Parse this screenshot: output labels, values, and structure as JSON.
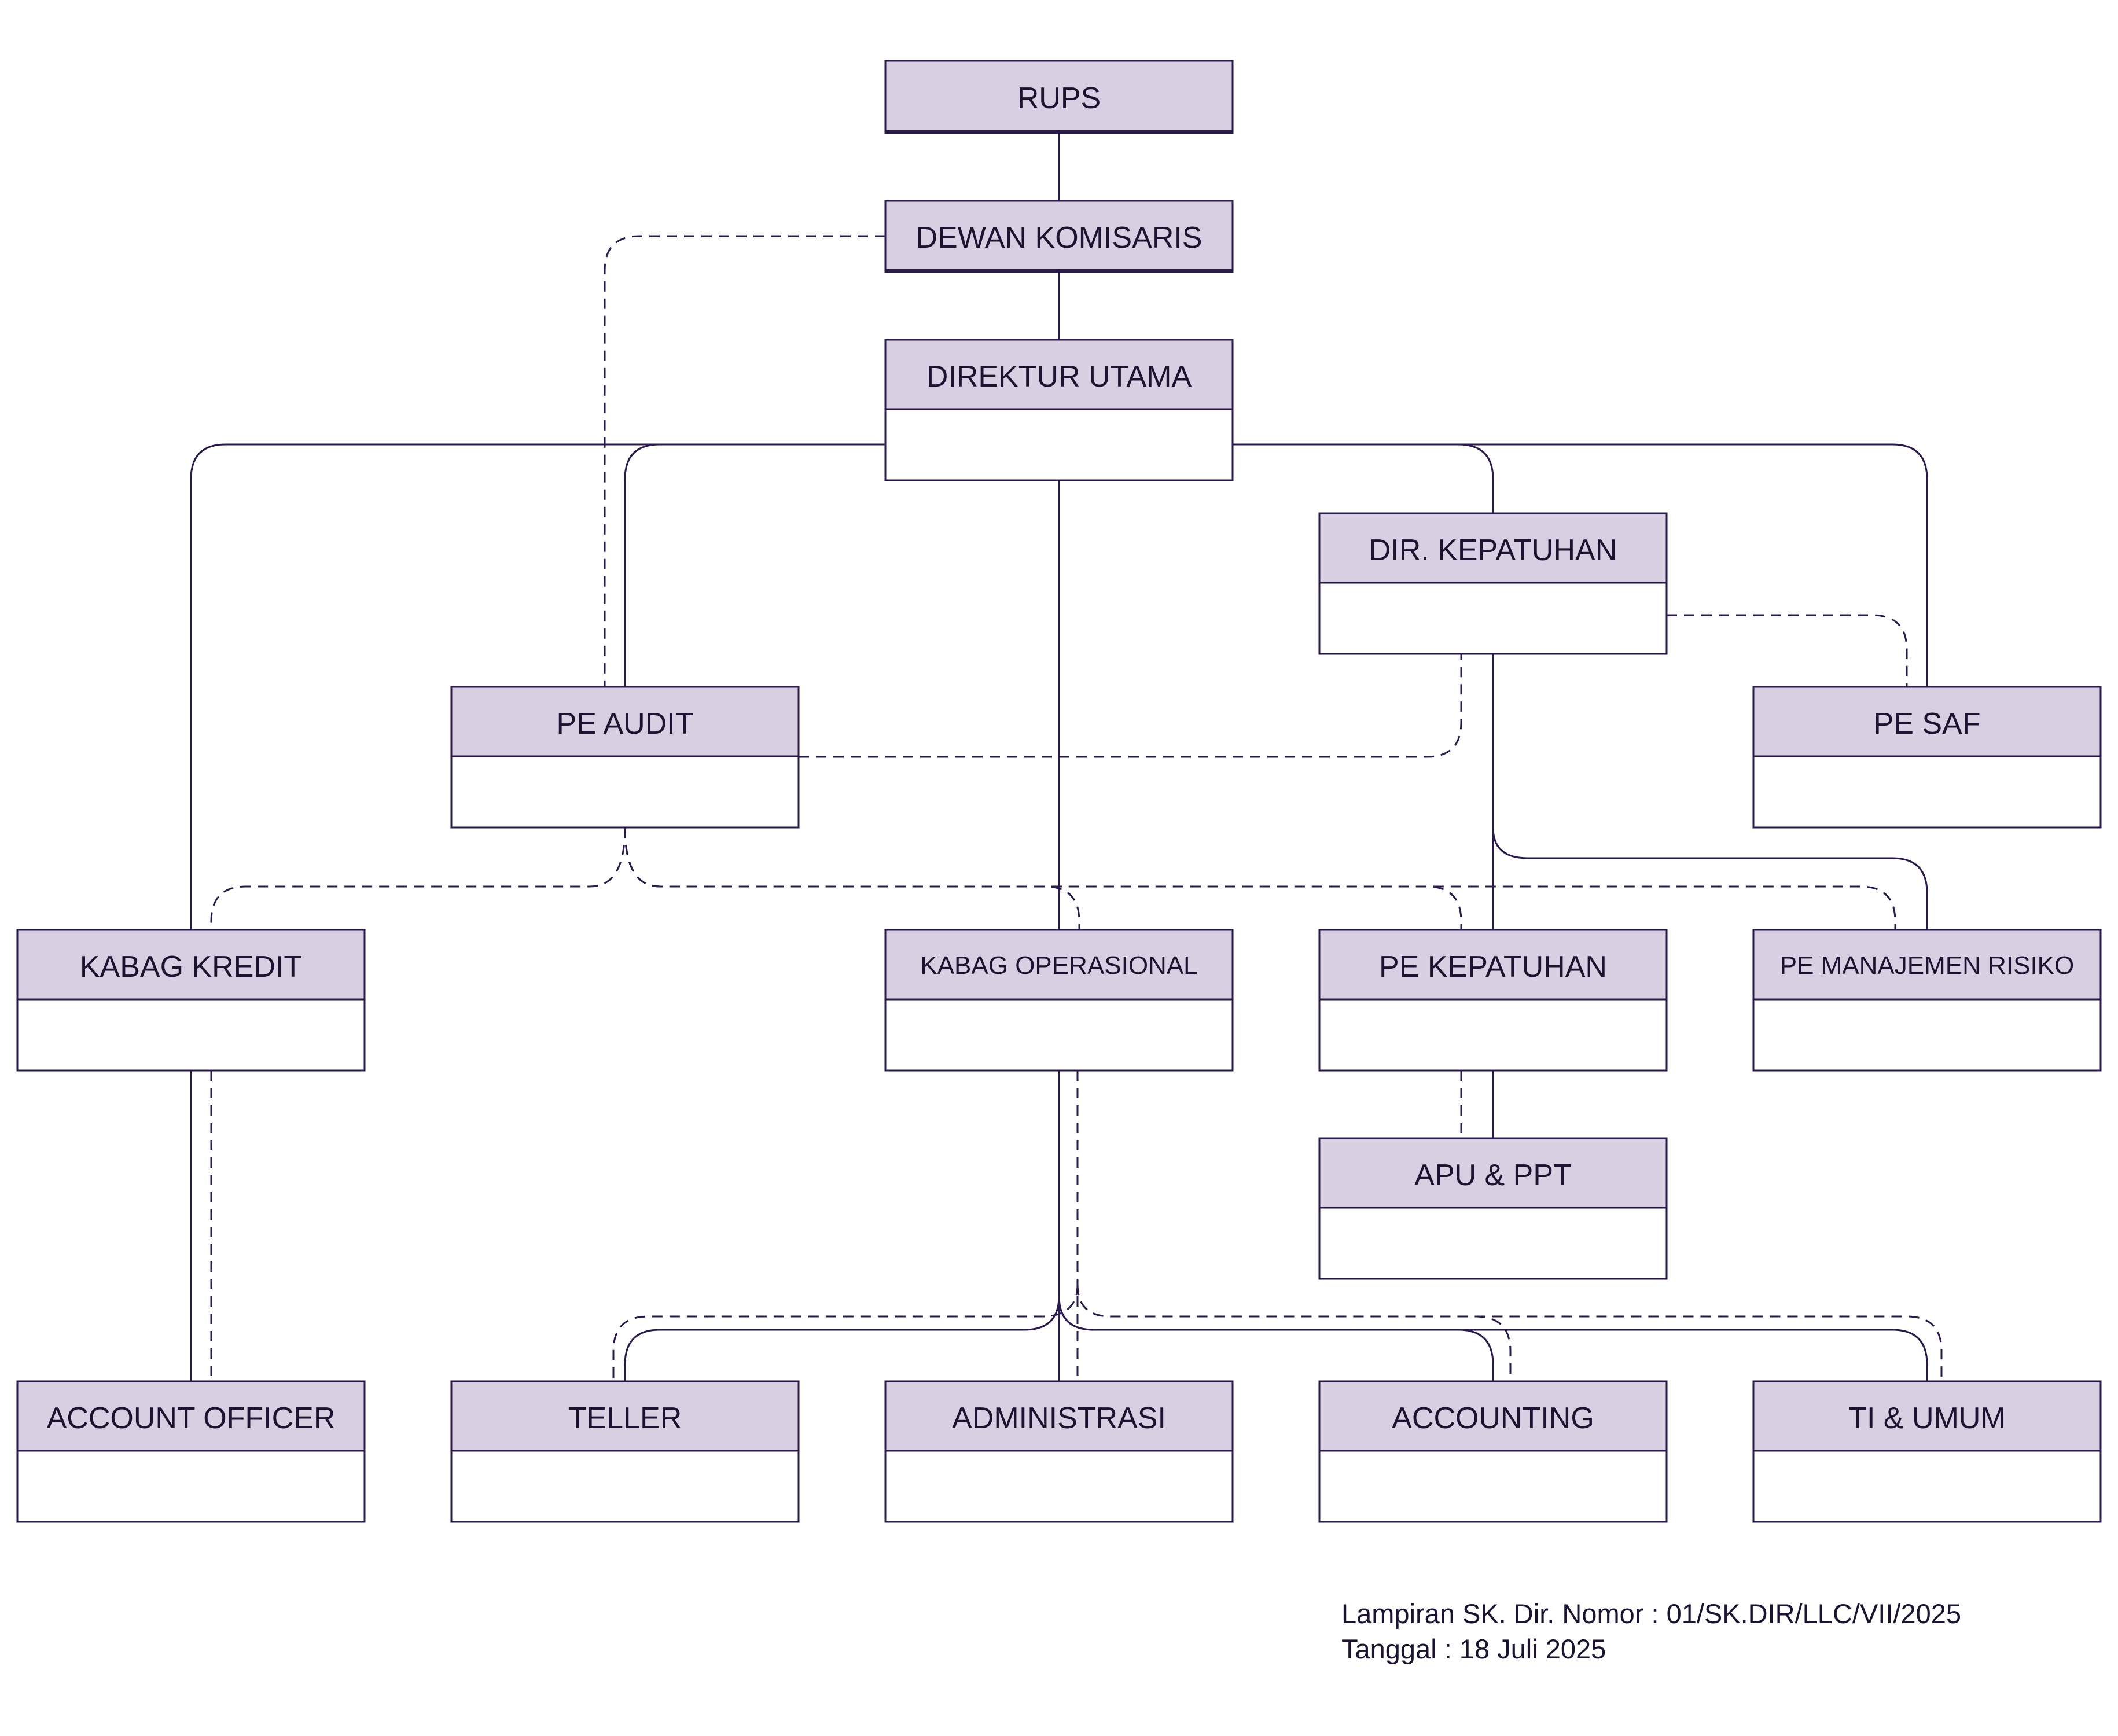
{
  "colors": {
    "box_fill": "#d8cfe3",
    "line": "#2a1a4a",
    "text": "#1c1330"
  },
  "nodes": {
    "rups": "RUPS",
    "dewan_komisaris": "DEWAN KOMISARIS",
    "direktur_utama": "DIREKTUR UTAMA",
    "dir_kepatuhan": "DIR. KEPATUHAN",
    "pe_audit": "PE AUDIT",
    "pe_saf": "PE SAF",
    "kabag_kredit": "KABAG KREDIT",
    "kabag_operasional": "KABAG OPERASIONAL",
    "pe_kepatuhan": "PE KEPATUHAN",
    "pe_manajemen_risiko": "PE MANAJEMEN RISIKO",
    "apu_ppt": "APU & PPT",
    "account_officer": "ACCOUNT OFFICER",
    "teller": "TELLER",
    "administrasi": "ADMINISTRASI",
    "accounting": "ACCOUNTING",
    "ti_umum": "TI & UMUM"
  },
  "footer": {
    "line1": "Lampiran SK. Dir. Nomor : 01/SK.DIR/LLC/VII/2025",
    "line2": "Tanggal : 18 Juli 2025"
  }
}
